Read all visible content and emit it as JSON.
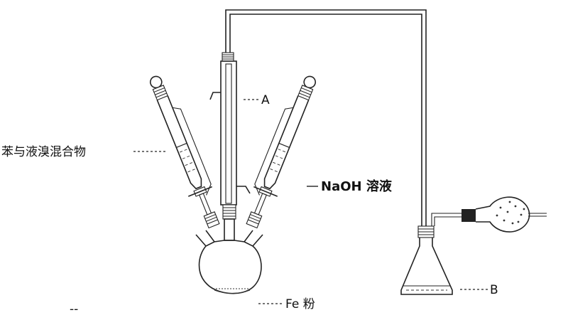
{
  "labels": {
    "mixture": "苯与液溴混合物",
    "condenser": "A",
    "naoh": "NaOH 溶液",
    "iron": "Fe 粉",
    "flask": "B",
    "stray": "--"
  },
  "colors": {
    "line": "#222222",
    "background": "#ffffff"
  }
}
